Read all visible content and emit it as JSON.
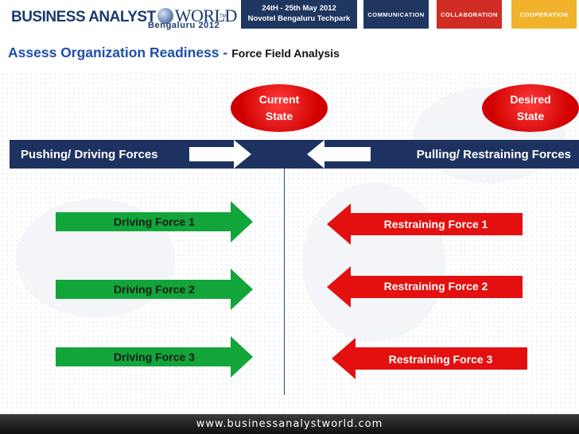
{
  "header": {
    "logo_text_1": "BUSINESS ANALYST",
    "logo_text_2": "WORLD",
    "logo_tm": "TM",
    "logo_city": "Bengaluru 2012",
    "event_dates": "24tH - 25th May 2012",
    "event_venue": "Novotel Bengaluru Techpark",
    "pills": [
      {
        "label": "COMMUNICATION",
        "color": "#1f3660"
      },
      {
        "label": "COLLABORATION",
        "color": "#d02c24"
      },
      {
        "label": "COOPERATION",
        "color": "#f1b32b"
      }
    ]
  },
  "title": {
    "main": "Assess Organization Readiness -",
    "sub": "Force Field  Analysis"
  },
  "states": {
    "current_line1": "Current",
    "current_line2": "State",
    "desired_line1": "Desired",
    "desired_line2": "State"
  },
  "band": {
    "left_label": "Pushing/ Driving Forces",
    "right_label": "Pulling/ Restraining Forces"
  },
  "driving_forces": [
    "Driving Force 1",
    "Driving Force 2",
    "Driving Force 3"
  ],
  "restraining_forces": [
    "Restraining Force 1",
    "Restraining Force 2",
    "Restraining Force 3"
  ],
  "colors": {
    "driving": "#12a53a",
    "restraining": "#e3100f",
    "navy": "#1d3260"
  },
  "footer": {
    "url": "www.businessanalystworld.com"
  }
}
